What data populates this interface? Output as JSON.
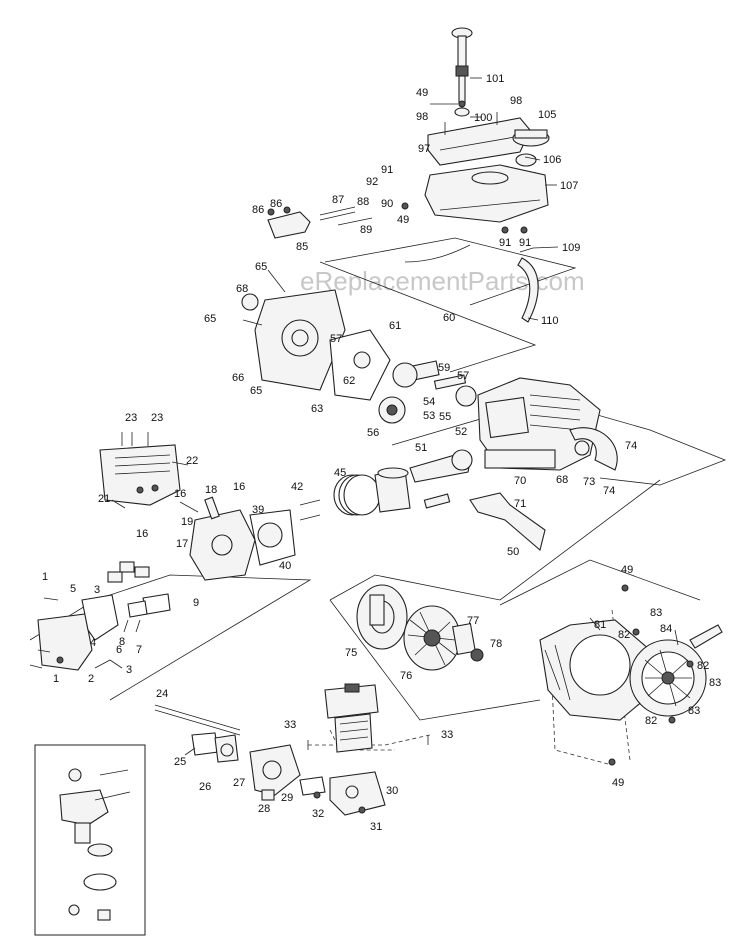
{
  "watermark": "eReplacementParts.com",
  "callouts": {
    "c1a": "1",
    "c1b": "1",
    "c2": "2",
    "c3a": "3",
    "c3b": "3",
    "c4": "4",
    "c5": "5",
    "c6": "6",
    "c7": "7",
    "c8": "8",
    "c9": "9",
    "c16a": "16",
    "c16b": "16",
    "c16c": "16",
    "c17": "17",
    "c18": "18",
    "c19": "19",
    "c21": "21",
    "c22": "22",
    "c23a": "23",
    "c23b": "23",
    "c24": "24",
    "c25": "25",
    "c26": "26",
    "c27": "27",
    "c28": "28",
    "c29": "29",
    "c30": "30",
    "c31": "31",
    "c32": "32",
    "c33a": "33",
    "c33b": "33",
    "c39": "39",
    "c40": "40",
    "c42": "42",
    "c45": "45",
    "c49a": "49",
    "c49b": "49",
    "c49c": "49",
    "c49d": "49",
    "c50": "50",
    "c51": "51",
    "c52": "52",
    "c53": "53",
    "c54": "54",
    "c55": "55",
    "c56": "56",
    "c57a": "57",
    "c57b": "57",
    "c59": "59",
    "c60": "60",
    "c61": "61",
    "c62": "62",
    "c63": "63",
    "c65a": "65",
    "c65b": "65",
    "c65c": "65",
    "c66": "66",
    "c68a": "68",
    "c68b": "68",
    "c70": "70",
    "c71": "71",
    "c73": "73",
    "c74a": "74",
    "c74b": "74",
    "c75": "75",
    "c76": "76",
    "c77": "77",
    "c78": "78",
    "c81": "81",
    "c82a": "82",
    "c82b": "82",
    "c82c": "82",
    "c83a": "83",
    "c83b": "83",
    "c83c": "83",
    "c84": "84",
    "c85": "85",
    "c86a": "86",
    "c86b": "86",
    "c87": "87",
    "c88": "88",
    "c89": "89",
    "c90": "90",
    "c91a": "91",
    "c91b": "91",
    "c91c": "91",
    "c92": "92",
    "c97": "97",
    "c98a": "98",
    "c98b": "98",
    "c100": "100",
    "c101": "101",
    "c105": "105",
    "c106": "106",
    "c107": "107",
    "c109": "109",
    "c110": "110"
  }
}
